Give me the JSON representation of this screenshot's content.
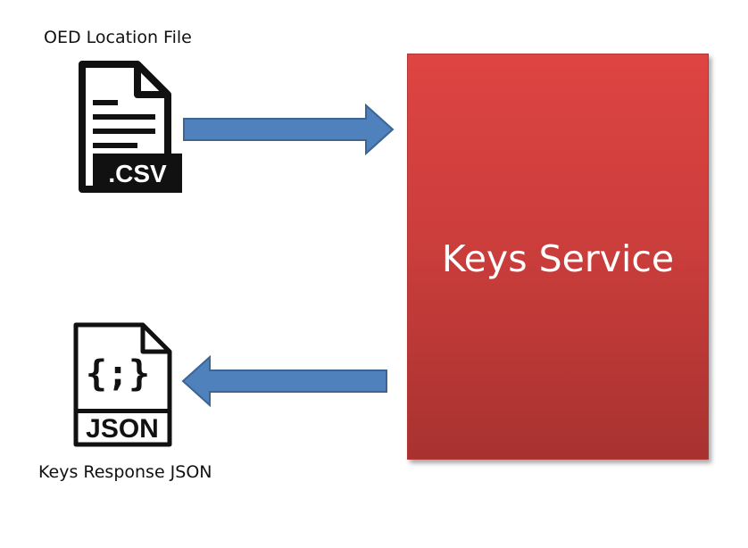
{
  "inputs": {
    "csv_label": "OED Location File",
    "csv_badge": ".CSV"
  },
  "outputs": {
    "json_label": "Keys Response JSON",
    "json_braces": "{;}",
    "json_badge": "JSON"
  },
  "service": {
    "label": "Keys Service"
  },
  "colors": {
    "service_fill": "#d6403e",
    "arrow_fill": "#4f81bd",
    "arrow_stroke": "#3a6594",
    "icon_color": "#111111"
  }
}
